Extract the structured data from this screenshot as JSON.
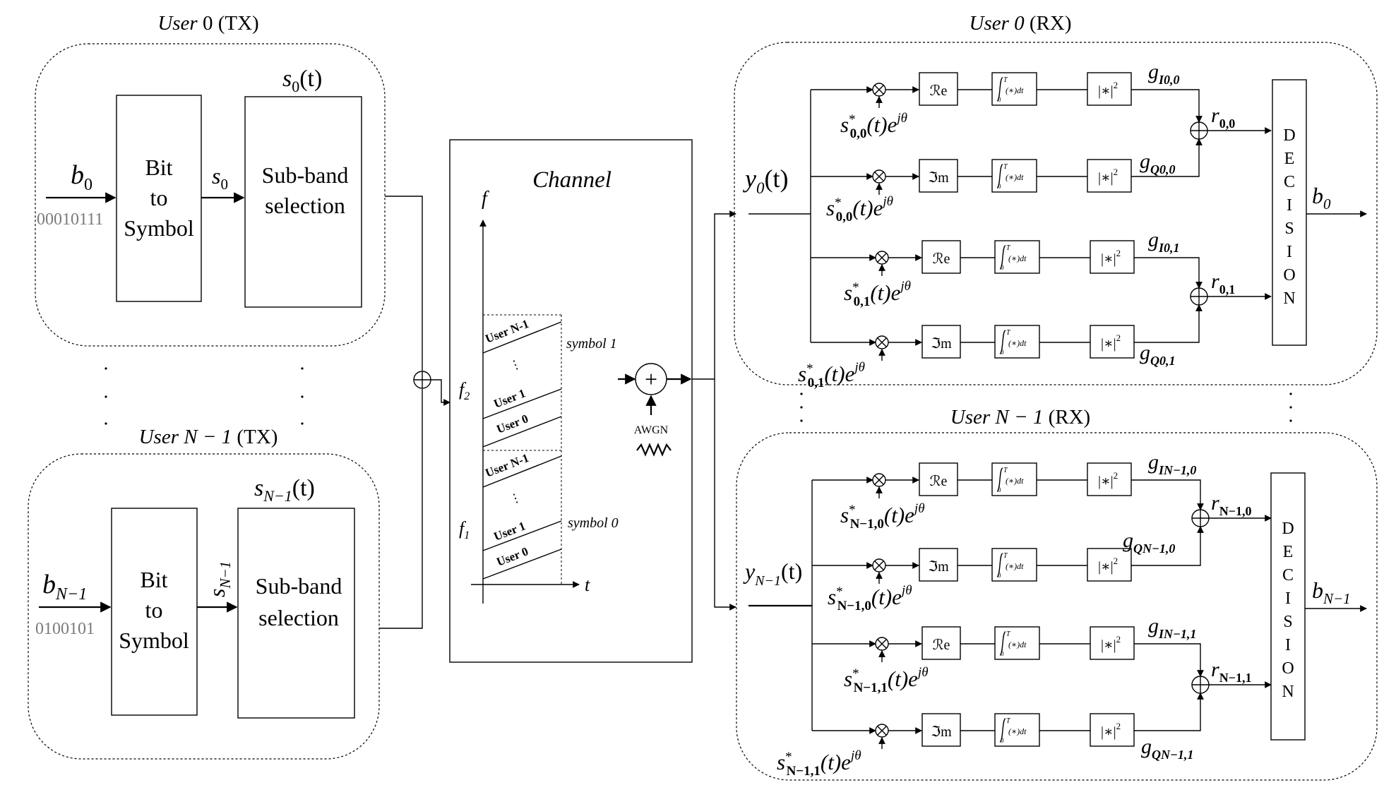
{
  "tx_users": [
    {
      "title_user": "User",
      "title_index": "0",
      "title_suffix": "(TX)",
      "bit_label": "b",
      "bit_sub": "0",
      "bits": "00010111",
      "sym_label": "s",
      "sym_sub": "0",
      "sig_label": "s",
      "sig_sub": "0",
      "sig_arg": "(t)"
    },
    {
      "title_user": "User",
      "title_index": "N − 1",
      "title_suffix": "(TX)",
      "bit_label": "b",
      "bit_sub": "N−1",
      "bits": "0100101",
      "sym_label": "s",
      "sym_sub": "N−1",
      "sig_label": "s",
      "sig_sub": "N−1",
      "sig_arg": "(t)"
    }
  ],
  "blocks": {
    "bit_to_symbol": [
      "Bit",
      "to",
      "Symbol"
    ],
    "subband": [
      "Sub-band",
      "selection"
    ],
    "re": "ℛe",
    "im": "ℑm",
    "integral_upper": "T",
    "integral_lower": "0",
    "integral_body": "(∗)dt",
    "abs_sq": "|∗|",
    "abs_sq_exp": "2",
    "decision": [
      "D",
      "E",
      "C",
      "I",
      "S",
      "I",
      "O",
      "N"
    ]
  },
  "channel": {
    "title": "Channel",
    "axis_f": "f",
    "axis_t": "t",
    "f1": "f",
    "f1_sub": "1",
    "f2": "f",
    "f2_sub": "2",
    "symbol1": "symbol 1",
    "symbol0": "symbol 0",
    "band_labels_top": [
      "User N-1",
      "⋮",
      "User 1",
      "User 0"
    ],
    "band_labels_bottom": [
      "User N-1",
      "⋮",
      "User 1",
      "User 0"
    ],
    "plus": "+",
    "awgn": "AWGN"
  },
  "rx_users": [
    {
      "title_user": "User",
      "title_index": "0",
      "title_suffix": "(RX)",
      "input": "y",
      "input_sub": "0",
      "input_arg": "(t)",
      "output": "b",
      "output_sub": "0",
      "branch_ref": [
        {
          "s": "s",
          "sup": "*",
          "sub": "0,0",
          "rest": "(t)e",
          "exp": "jθ"
        },
        {
          "s": "s",
          "sup": "*",
          "sub": "0,0",
          "rest": "(t)e",
          "exp": "jθ"
        },
        {
          "s": "s",
          "sup": "*",
          "sub": "0,1",
          "rest": "(t)e",
          "exp": "jθ"
        },
        {
          "s": "s",
          "sup": "*",
          "sub": "0,1",
          "rest": "(t)e",
          "exp": "jθ"
        }
      ],
      "g_labels": [
        {
          "g": "g",
          "sub": "I0,0"
        },
        {
          "g": "g",
          "sub": "Q0,0"
        },
        {
          "g": "g",
          "sub": "I0,1"
        },
        {
          "g": "g",
          "sub": "Q0,1"
        }
      ],
      "r_labels": [
        {
          "r": "r",
          "sub": "0,0"
        },
        {
          "r": "r",
          "sub": "0,1"
        }
      ]
    },
    {
      "title_user": "User",
      "title_index": "N − 1",
      "title_suffix": "(RX)",
      "input": "y",
      "input_sub": "N−1",
      "input_arg": "(t)",
      "output": "b",
      "output_sub": "N−1",
      "branch_ref": [
        {
          "s": "s",
          "sup": "*",
          "sub": "N−1,0",
          "rest": "(t)e",
          "exp": "jθ"
        },
        {
          "s": "s",
          "sup": "*",
          "sub": "N−1,0",
          "rest": "(t)e",
          "exp": "jθ"
        },
        {
          "s": "s",
          "sup": "*",
          "sub": "N−1,1",
          "rest": "(t)e",
          "exp": "jθ"
        },
        {
          "s": "s",
          "sup": "*",
          "sub": "N−1,1",
          "rest": "(t)e",
          "exp": "jθ"
        }
      ],
      "g_labels": [
        {
          "g": "g",
          "sub": "IN−1,0"
        },
        {
          "g": "g",
          "sub": "QN−1,0"
        },
        {
          "g": "g",
          "sub": "IN−1,1"
        },
        {
          "g": "g",
          "sub": "QN−1,1"
        }
      ],
      "r_labels": [
        {
          "r": "r",
          "sub": "N−1,0"
        },
        {
          "r": "r",
          "sub": "N−1,1"
        }
      ]
    }
  ]
}
